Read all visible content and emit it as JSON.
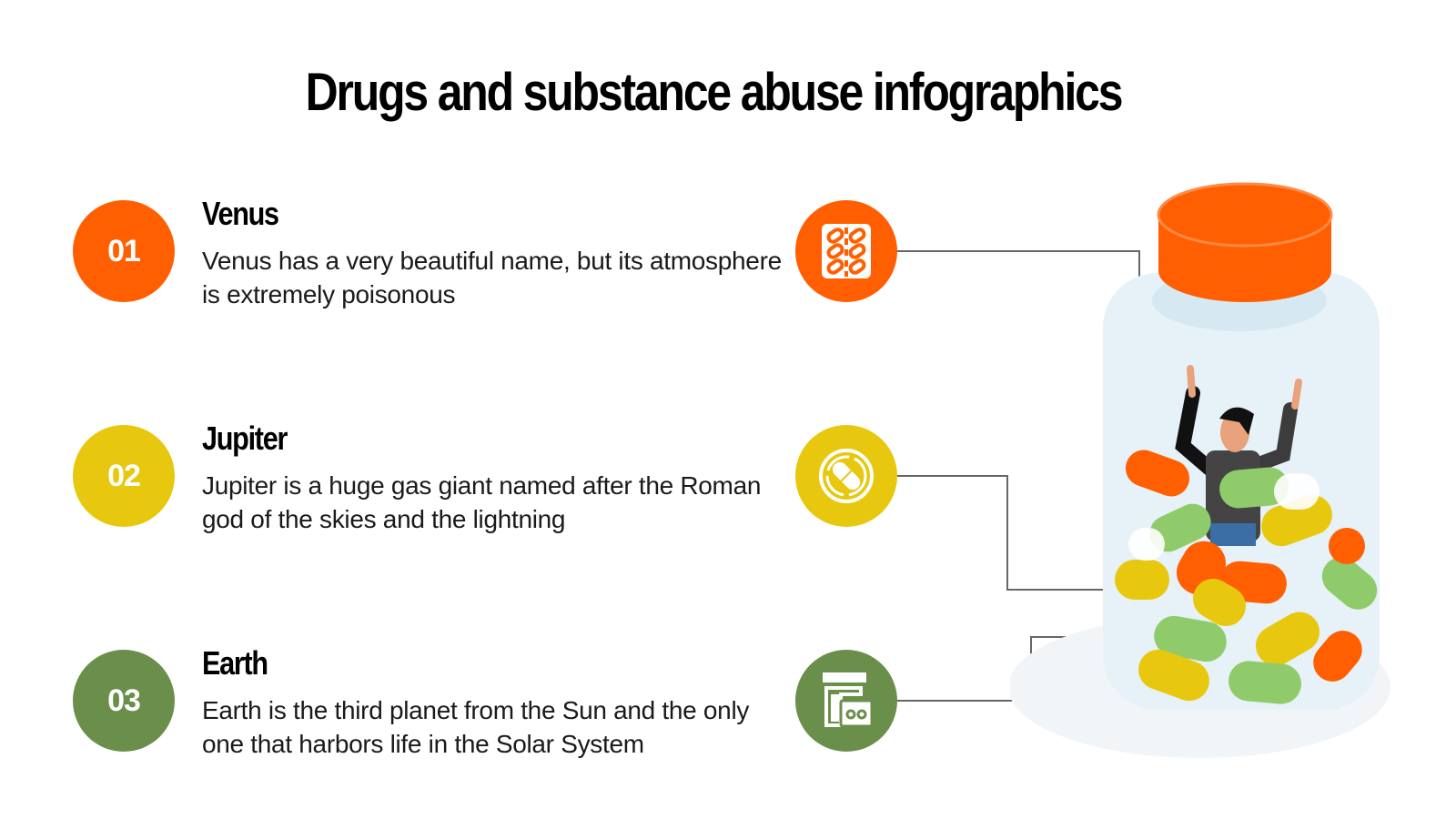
{
  "title": "Drugs and substance abuse infographics",
  "colors": {
    "orange": "#FF5F00",
    "yellow": "#E8C80E",
    "green": "#6A8F4B",
    "connector": "#666666",
    "jar": "#E6F1F8"
  },
  "items": [
    {
      "number": "01",
      "title": "Venus",
      "description": "Venus has a very beautiful name, but its atmosphere is extremely poisonous",
      "icon": "pill-blister-pack-icon",
      "color": "#FF5F00"
    },
    {
      "number": "02",
      "title": "Jupiter",
      "description": "Jupiter is a huge gas giant named after the Roman god of the skies and the lightning",
      "icon": "capsule-in-circle-icon",
      "color": "#E8C80E"
    },
    {
      "number": "03",
      "title": "Earth",
      "description": "Earth is the third planet from the Sun and the only one that harbors life in the Solar System",
      "icon": "medicine-bottle-icon",
      "color": "#6A8F4B"
    }
  ],
  "illustration": {
    "subject": "person-trapped-in-pill-jar-illustration"
  }
}
